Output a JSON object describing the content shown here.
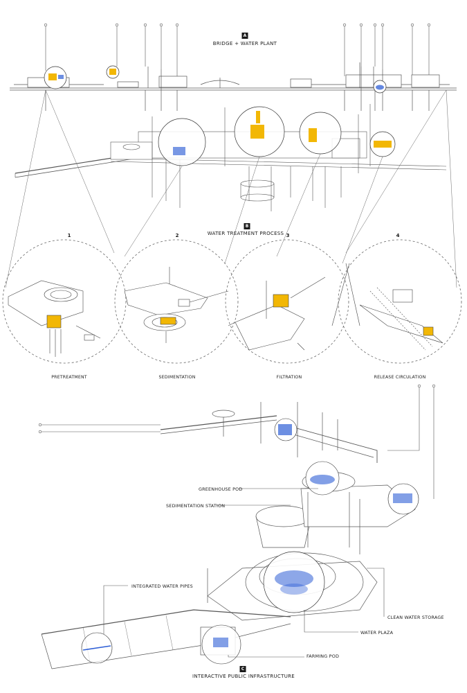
{
  "section_a": {
    "badge": "A",
    "title": "BRIDGE + WATER PLANT"
  },
  "section_b": {
    "badge": "B",
    "title": "WATER TREATMENT PROCESS",
    "steps": [
      {
        "number": "1",
        "label": "PRETREATMENT"
      },
      {
        "number": "2",
        "label": "SEDIMENTATION"
      },
      {
        "number": "3",
        "label": "FILTRATION"
      },
      {
        "number": "4",
        "label": "RELEASE CIRCULATION"
      }
    ]
  },
  "section_c": {
    "badge": "C",
    "title": "INTERACTIVE PUBLIC INFRASTRUCTURE",
    "callouts": [
      "GREENHOUSE POD",
      "SEDIMENTATION STATION",
      "INTEGRATED WATER PIPES",
      "CLEAN WATER STORAGE",
      "WATER PLAZA",
      "FARMING POD"
    ]
  },
  "colors": {
    "ink": "#1a1a1a",
    "line": "#555555",
    "highlight_yellow": "#f2b705",
    "highlight_blue": "#2f5fd6",
    "dash": "#666666"
  }
}
